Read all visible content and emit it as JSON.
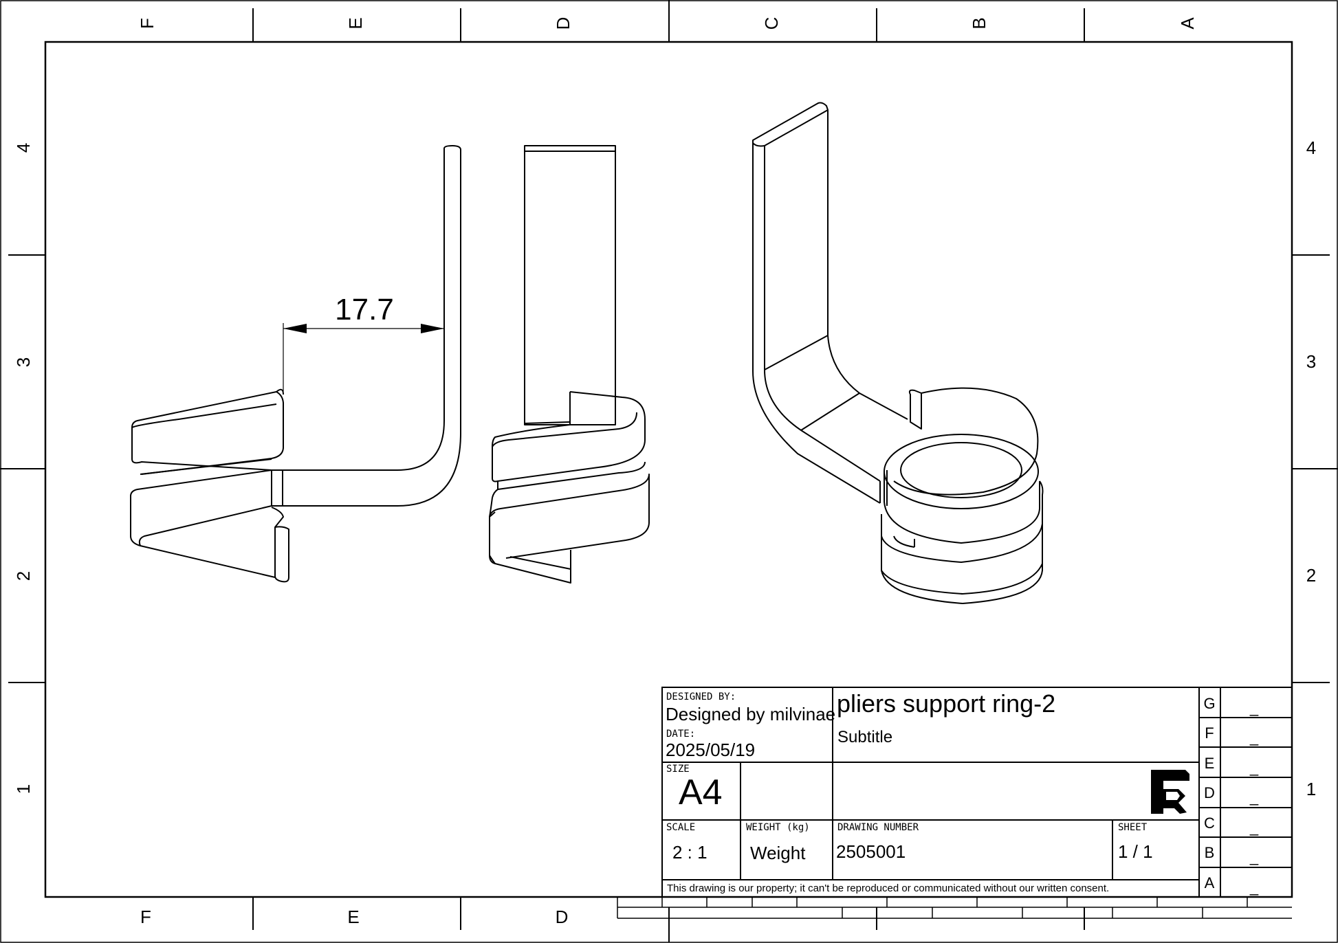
{
  "zones": {
    "columns_top": [
      "F",
      "E",
      "D",
      "C",
      "B",
      "A"
    ],
    "columns_bottom": [
      "F",
      "E",
      "D"
    ],
    "rows": [
      "4",
      "3",
      "2",
      "1"
    ]
  },
  "dimension": {
    "value": "17.7"
  },
  "title_block": {
    "designed_by_label": "DESIGNED BY:",
    "designed_by": "Designed by milvinae",
    "date_label": "DATE:",
    "date": "2025/05/19",
    "title": "pliers support ring-2",
    "subtitle": "Subtitle",
    "size_label": "SIZE",
    "size": "A4",
    "scale_label": "SCALE",
    "scale": "2 : 1",
    "weight_label": "WEIGHT (kg)",
    "weight": "Weight",
    "drawing_number_label": "DRAWING NUMBER",
    "drawing_number": "2505001",
    "sheet_label": "SHEET",
    "sheet": "1 / 1",
    "notice": "This drawing is our property; it can't be reproduced or communicated without our written consent.",
    "revisions": [
      {
        "rev": "G",
        "value": "_"
      },
      {
        "rev": "F",
        "value": "_"
      },
      {
        "rev": "E",
        "value": "_"
      },
      {
        "rev": "D",
        "value": "_"
      },
      {
        "rev": "C",
        "value": "_"
      },
      {
        "rev": "B",
        "value": "_"
      },
      {
        "rev": "A",
        "value": "_"
      }
    ]
  },
  "logo": {
    "name": "freecad-logo"
  }
}
